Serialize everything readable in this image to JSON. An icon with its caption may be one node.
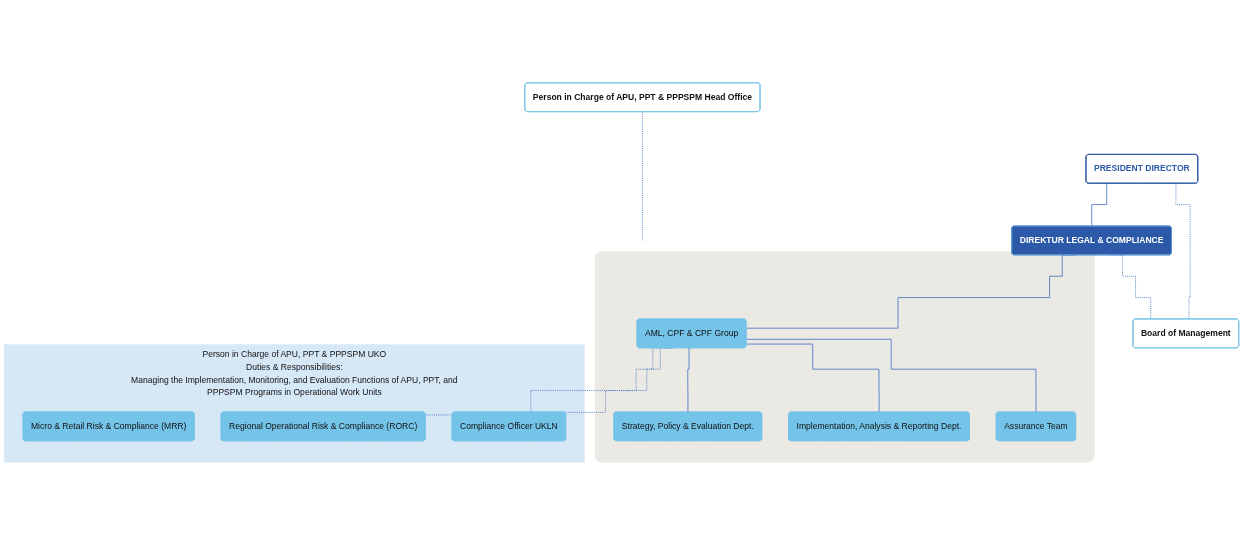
{
  "diagram": {
    "nodes": [
      {
        "text": [
          "PRESIDENT DIRECTOR"
        ]
      },
      {
        "text": [
          "Board of Management"
        ]
      },
      {
        "text": [
          "DIREKTUR LEGAL & COMPLIANCE"
        ]
      },
      {
        "text": [],
        "shape": "box"
      },
      {
        "text": [
          "Person in Charge of APU, PPT & PPPSPM Head Office"
        ]
      },
      {
        "text": [
          "AML, CPF & CPF Group"
        ],
        "in": 3
      },
      {
        "text": [
          "Strategy, Policy & Evaluation Dept."
        ],
        "in": 3
      },
      {
        "text": [
          "Implementation, Analysis & Reporting Dept."
        ],
        "in": 3
      },
      {
        "text": [
          "Assurance Team"
        ],
        "in": 3
      },
      {
        "text": [
          "Person in Charge of APU, PPT & PPPSPM UKO",
          "Duties & Responsibilities:",
          "Managing the Implementation, Monitoring, and Evaluation Functions of APU, PPT, and PPPSPM Programs in Operational Work Units"
        ]
      },
      {
        "text": [
          "Regional Operational Risk & Compliance (RORC)"
        ],
        "in": 9
      },
      {
        "text": [
          "Micro & Retail Risk & Compliance (MRR)"
        ],
        "in": 9
      },
      {
        "text": [
          "Compliance Officer UKLN"
        ],
        "in": 9
      }
    ],
    "edges": [
      {
        "from": 0,
        "to": 2,
        "arrow": "none"
      },
      {
        "from": 0,
        "to": 1,
        "arrow": "none",
        "style": "dashed"
      },
      {
        "from": 2,
        "to": 1,
        "arrow": "none",
        "style": "dashed"
      },
      {
        "from": 2,
        "to": 5,
        "arrow": "none"
      },
      {
        "from": 4,
        "to": 3,
        "arrow": "none",
        "style": "dashed"
      },
      {
        "from": 5,
        "to": 6,
        "arrow": "none"
      },
      {
        "from": 5,
        "to": 7,
        "arrow": "none"
      },
      {
        "from": 5,
        "to": 8,
        "arrow": "none"
      },
      {
        "from": 5,
        "to": 10,
        "arrow": "none",
        "style": "dashed"
      },
      {
        "from": 5,
        "to": 12,
        "arrow": "none",
        "style": "dashed"
      }
    ]
  }
}
